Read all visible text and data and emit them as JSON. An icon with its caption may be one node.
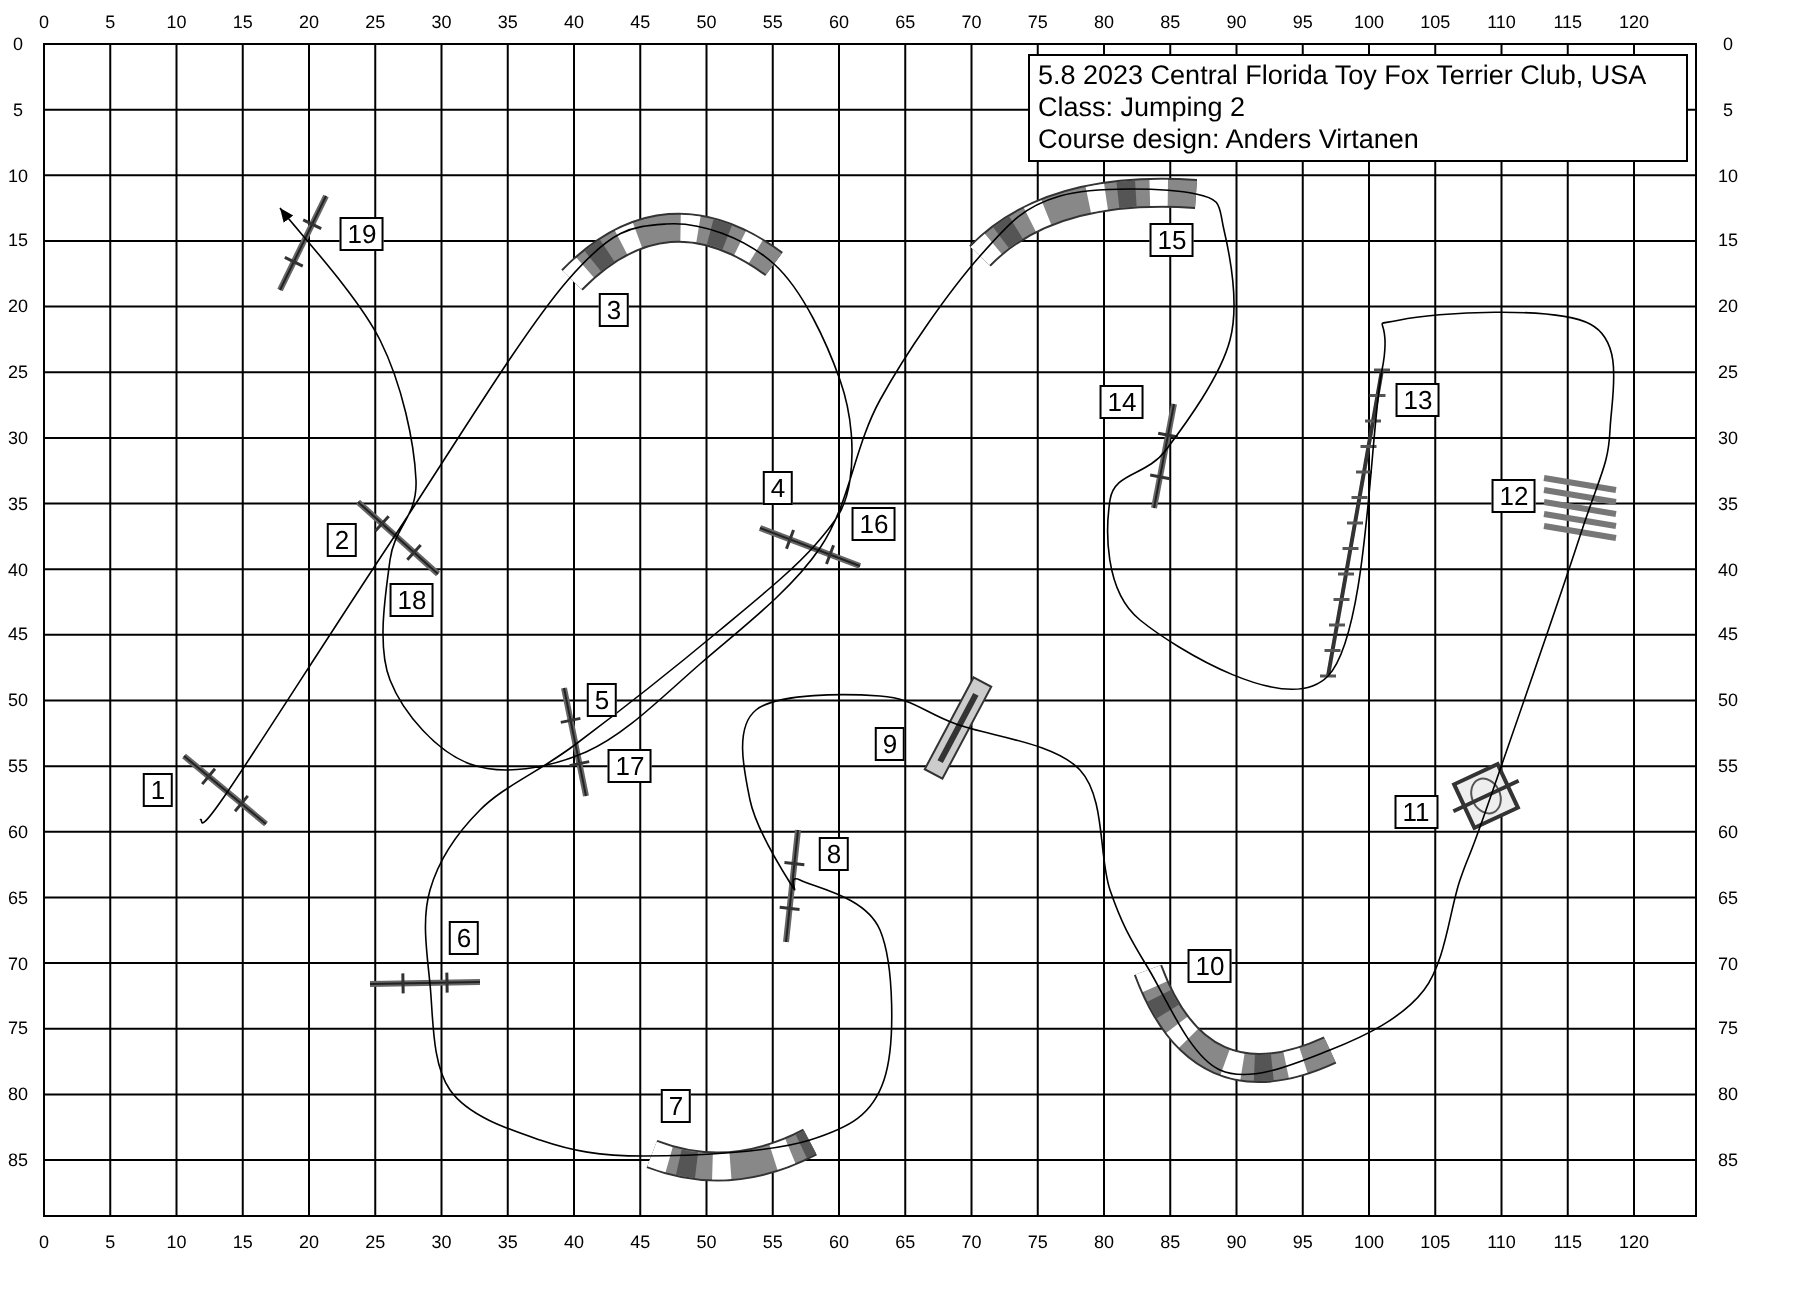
{
  "diagram": {
    "nodes": [
      {
        "text": [
          "5.8 2023 Central Florida Toy Fox Terrier Club, USA",
          "Class: Jumping 2",
          "Course design: Anders Virtanen"
        ]
      },
      {
        "text": [
          "1"
        ]
      },
      {
        "text": [
          "2"
        ]
      },
      {
        "text": [
          "3"
        ]
      },
      {
        "text": [
          "4"
        ]
      },
      {
        "text": [
          "5"
        ]
      },
      {
        "text": [
          "6"
        ]
      },
      {
        "text": [
          "7"
        ]
      },
      {
        "text": [
          "8"
        ]
      },
      {
        "text": [
          "9"
        ]
      },
      {
        "text": [
          "10"
        ]
      },
      {
        "text": [
          "11"
        ]
      },
      {
        "text": [
          "12"
        ]
      },
      {
        "text": [
          "13"
        ]
      },
      {
        "text": [
          "14"
        ]
      },
      {
        "text": [
          "15"
        ]
      },
      {
        "text": [
          "16"
        ]
      },
      {
        "text": [
          "17"
        ]
      },
      {
        "text": [
          "18"
        ]
      },
      {
        "text": [
          "19"
        ]
      }
    ],
    "labels": [
      "0",
      "5",
      "10",
      "15",
      "20",
      "25",
      "30",
      "35",
      "40",
      "45",
      "50",
      "55",
      "60",
      "65",
      "70",
      "75",
      "80",
      "85",
      "90",
      "95",
      "100",
      "105",
      "110",
      "115",
      "120",
      "0",
      "0",
      "5",
      "5",
      "10",
      "10",
      "15",
      "15",
      "20",
      "20",
      "25",
      "25",
      "30",
      "30",
      "35",
      "35",
      "40",
      "40",
      "45",
      "45",
      "50",
      "50",
      "55",
      "55",
      "60",
      "60",
      "65",
      "65",
      "70",
      "70",
      "75",
      "75",
      "80",
      "80",
      "85",
      "85",
      "0",
      "5",
      "10",
      "15",
      "20",
      "25",
      "30",
      "35",
      "40",
      "45",
      "50",
      "55",
      "60",
      "65",
      "70",
      "75",
      "80",
      "85",
      "90",
      "95",
      "100",
      "105",
      "110",
      "115",
      "120"
    ]
  }
}
